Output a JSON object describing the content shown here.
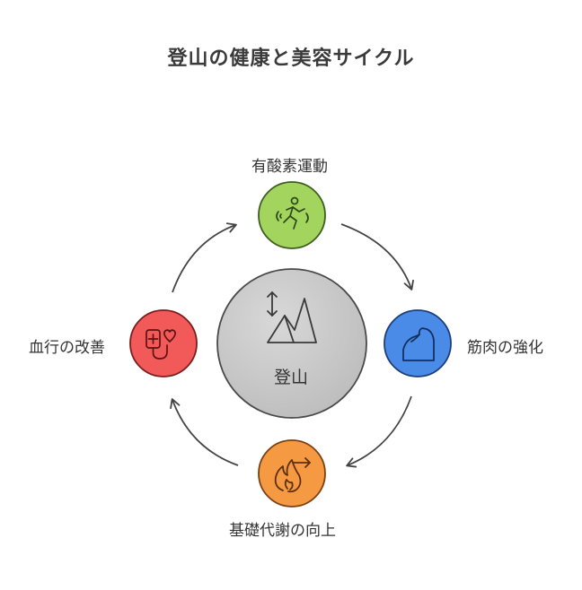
{
  "title": "登山の健康と美容サイクル",
  "center": {
    "label": "登山",
    "icon": "mountain-with-vertical-arrows-icon",
    "color": "#c9c9c9"
  },
  "nodes": [
    {
      "id": "top",
      "label": "有酸素運動",
      "icon": "running-person-icon",
      "color": "#a3d55e"
    },
    {
      "id": "right",
      "label": "筋肉の強化",
      "icon": "flexed-arm-icon",
      "color": "#4a8be8"
    },
    {
      "id": "bottom",
      "label": "基礎代謝の向上",
      "icon": "flame-arrow-icon",
      "color": "#f59a42"
    },
    {
      "id": "left",
      "label": "血行の改善",
      "icon": "blood-bag-heart-icon",
      "color": "#f25a5a"
    }
  ]
}
